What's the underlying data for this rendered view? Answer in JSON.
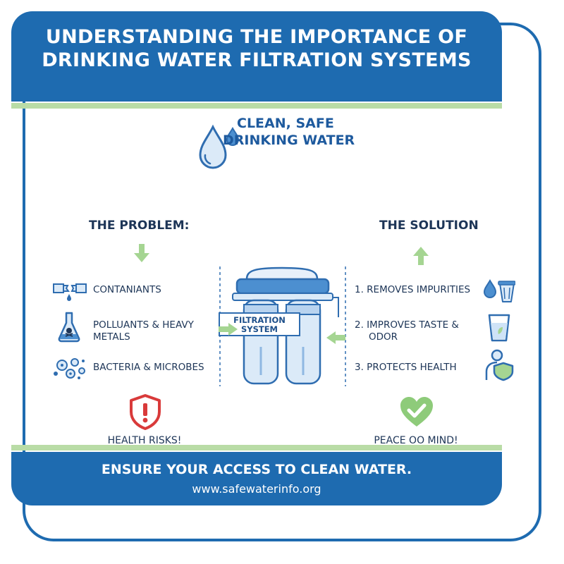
{
  "header": {
    "title_line1": "UNDERSTANDING THE IMPORTANCE OF",
    "title_line2": "DRINKING WATER FILTRATION SYSTEMS"
  },
  "hero": {
    "line1": "CLEAN, SAFE",
    "line2": "DRINKING WATER",
    "icon": "water-drops-icon"
  },
  "problem": {
    "heading": "THE PROBLEM:",
    "items": [
      {
        "label": "CONTANIANTS",
        "icon": "broken-pipe-icon"
      },
      {
        "label": "POLLUANTS & HEAVY",
        "label2": "METALS",
        "icon": "chemical-flask-icon"
      },
      {
        "label": "BACTERIA & MICROBES",
        "icon": "microbes-icon"
      }
    ],
    "result": "HEALTH RISKS!",
    "result_icon": "warning-shield-icon"
  },
  "filter": {
    "line1": "FILTRATION",
    "line2": "SYSTEM"
  },
  "solution": {
    "heading": "THE SOLUTION",
    "items": [
      {
        "label": "1.  REMOVES IMPURITIES",
        "icon": "drop-and-cup-icon"
      },
      {
        "label": "2.  IMPROVES TASTE &",
        "label2": "ODOR",
        "icon": "water-glass-icon"
      },
      {
        "label": "3.  PROTECTS HEALTH",
        "icon": "person-shield-icon"
      }
    ],
    "result": "PEACE OO MIND!",
    "result_icon": "heart-check-icon"
  },
  "footer": {
    "title": "ENSURE YOUR ACCESS TO CLEAN WATER.",
    "url": "www.safewaterinfo.org"
  },
  "colors": {
    "primary_blue": "#1e6bb0",
    "accent_green": "#b9dca6",
    "arrow_green": "#a5d592",
    "warning_red": "#d93a3a",
    "light_blue": "#cfe3f7"
  }
}
